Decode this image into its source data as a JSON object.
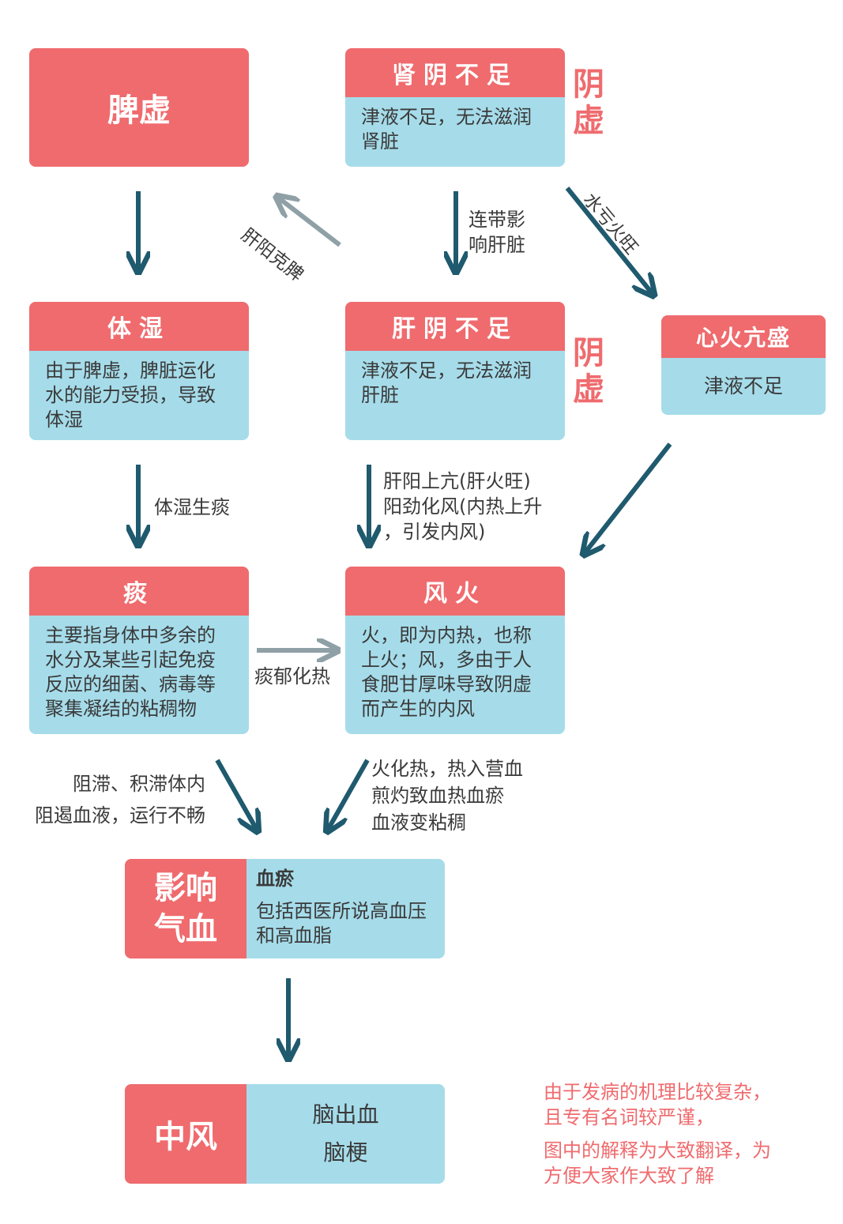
{
  "nodes": {
    "spleen_deficiency": {
      "title": "脾虚"
    },
    "kidney_yin": {
      "title": "肾阴不足",
      "desc": "津液不足，无法滋润肾脏",
      "side_label": "阴虚"
    },
    "body_damp": {
      "title": "体湿",
      "desc": "由于脾虚，脾脏运化水的能力受损，导致体湿"
    },
    "liver_yin": {
      "title": "肝阴不足",
      "desc": "津液不足，无法滋润肝脏",
      "side_label": "阴虚"
    },
    "heart_fire": {
      "title": "心火亢盛",
      "desc": "津液不足"
    },
    "phlegm": {
      "title": "痰",
      "desc": "主要指身体中多余的水分及某些引起免疫反应的细菌、病毒等聚集凝结的粘稠物"
    },
    "wind_fire": {
      "title": "风火",
      "desc": "火，即为内热，也称上火；风，多由于人食肥甘厚味导致阴虚而产生的内风"
    },
    "affect_qi_blood": {
      "title_line1": "影响",
      "title_line2": "气血",
      "sub_title": "血瘀",
      "desc": "包括西医所说高血压和高血脂"
    },
    "stroke": {
      "title": "中风",
      "items": [
        "脑出血",
        "脑梗"
      ]
    }
  },
  "edge_labels": {
    "liver_yang_spleen": "肝阳克脾",
    "affect_liver_line1": "连带影",
    "affect_liver_line2": "响肝脏",
    "water_fire": "水亏火旺",
    "damp_phlegm": "体湿生痰",
    "liver_wind_line1": "肝阳上亢(肝火旺)",
    "liver_wind_line2": "阳劲化风(内热上升",
    "liver_wind_line3": "，引发内风)",
    "phlegm_heat": "痰郁化热",
    "block_line1": "阻滞、积滞体内",
    "block_line2": "阻遏血液，运行不畅",
    "fire_heat_line1": "火化热，热入营血",
    "fire_heat_line2": "煎灼致血热血瘀",
    "fire_heat_line3": "血液变粘稠"
  },
  "note": {
    "line1": "由于发病的机理比较复杂，",
    "line2": "且专有名词较严谨，",
    "line3": "图中的解释为大致翻译，为",
    "line4": "方便大家作大致了解"
  },
  "colors": {
    "red": "#ef6b6e",
    "blue": "#a6dcea",
    "arrow": "#1f5a6e",
    "arrow_grey": "#8fa0a6"
  }
}
